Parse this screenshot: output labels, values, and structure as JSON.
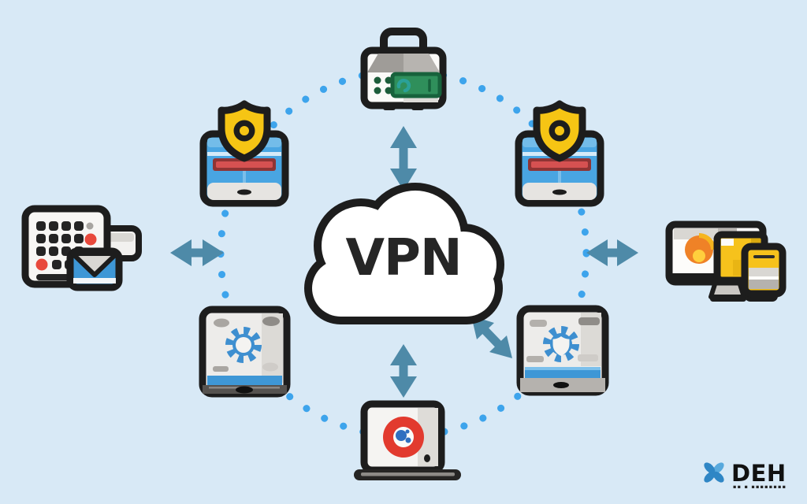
{
  "background_color": "#d8e9f6",
  "palette": {
    "outline": "#1d1d1d",
    "ring_dot_blue": "#3da4ec",
    "arrow_steel_blue": "#4e8aa8",
    "device_blue": "#49a5e2",
    "alert_red_bar": "#d65151",
    "shield_yellow": "#f6c514",
    "router_screen_green": "#2f8f5b",
    "gear_blue": "#3e8fd0",
    "monitor_yellow": "#f6c21c",
    "monitor_orange": "#ef8227",
    "laptop_badge_red": "#e23a2e",
    "envelope_blue": "#3e97d6",
    "logo_blue": "#2f86c5"
  },
  "cloud": {
    "label": "VPN"
  },
  "ring": {
    "dot_color": "#3da4ec",
    "style": "dotted-circle"
  },
  "arrows": {
    "color": "#4e8aa8",
    "items": [
      "cloud-to-router-top",
      "cloud-to-secure-server-left",
      "cloud-to-workstation-right",
      "cloud-to-tablet-bottom-right",
      "cloud-to-laptop-bottom"
    ]
  },
  "devices": {
    "router_top": "portable-router-with-green-display",
    "secure_server_left": "blue-server-with-yellow-shield",
    "secure_server_right": "blue-server-with-yellow-shield",
    "keypad_left": "keypad-terminal-with-mail-envelope",
    "workstation_right": "desktop-monitors-group",
    "tablet_bottom_left": "tablet-with-settings-gear",
    "tablet_bottom_right": "tablet-with-settings-gear-shield",
    "laptop_bottom": "laptop-with-red-security-badge"
  },
  "logo": {
    "text": "DEH",
    "tagline_marks": "▪▪ ▪ ▪▪▪▪▪▪▪▪",
    "icon": "blue-pinwheel"
  }
}
